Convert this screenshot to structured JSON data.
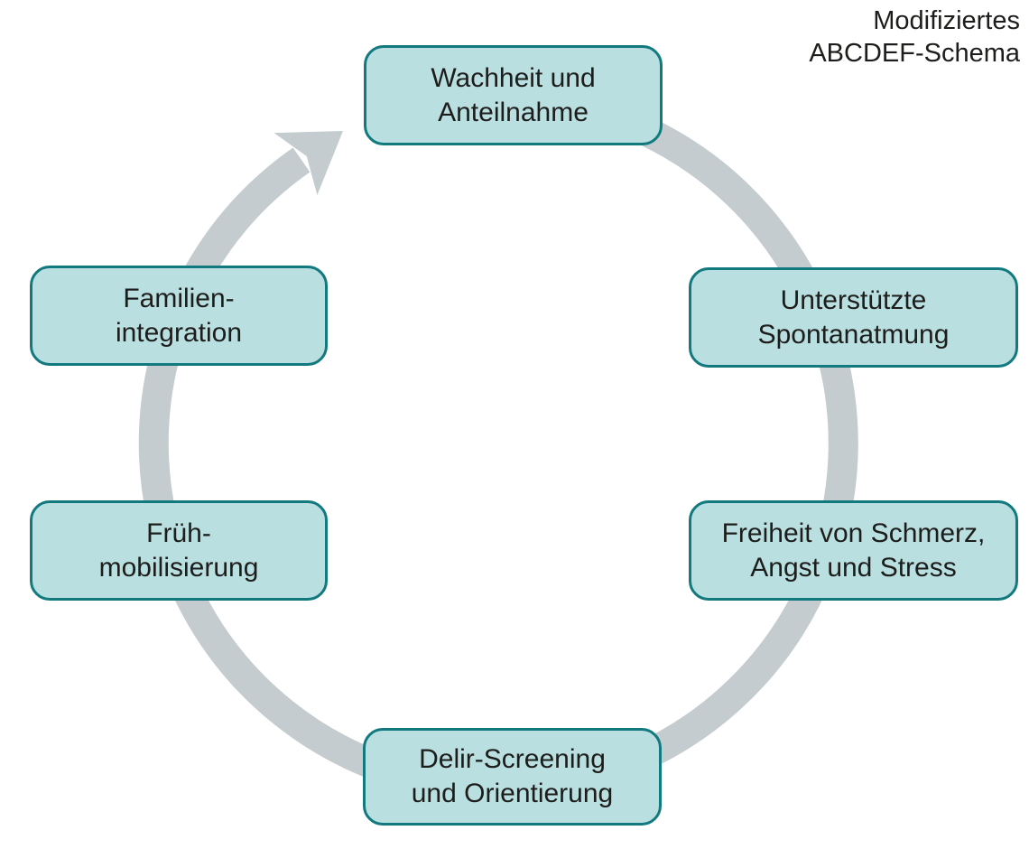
{
  "title": {
    "line1": "Modifiziertes",
    "line2": "ABCDEF-Schema"
  },
  "nodes": [
    {
      "id": "wachheit",
      "line1": "Wachheit und",
      "line2": "Anteilnahme"
    },
    {
      "id": "spontanatmung",
      "line1": "Unterstützte",
      "line2": "Spontanatmung"
    },
    {
      "id": "schmerzfreiheit",
      "line1": "Freiheit von Schmerz,",
      "line2": "Angst und Stress"
    },
    {
      "id": "delir-screening",
      "line1": "Delir-Screening",
      "line2": "und Orientierung"
    },
    {
      "id": "fruehmobilisierung",
      "line1": "Früh-",
      "line2": "mobilisierung"
    },
    {
      "id": "familienintegration",
      "line1": "Familien-",
      "line2": "integration"
    }
  ],
  "colors": {
    "box_fill": "#b9dfe1",
    "box_border": "#12797e",
    "arrow": "#c4cccf",
    "text": "#1d1d1b",
    "bg": "#ffffff"
  }
}
